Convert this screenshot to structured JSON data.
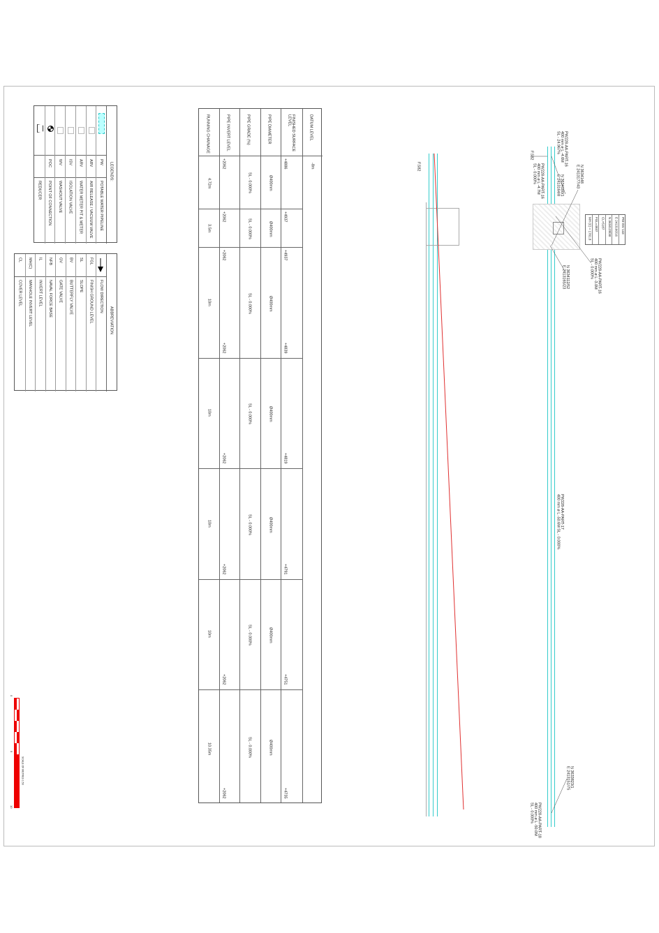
{
  "legend": {
    "title": "LEGENDS:",
    "items": [
      {
        "code": "PW",
        "label": "POTABLE WATER PIPELINE",
        "icon": "pipeline-icon"
      },
      {
        "code": "ARV",
        "label": "AIR RELEASE / VACUUM VALVE",
        "icon": "air-valve-icon"
      },
      {
        "code": "ARV",
        "label": "WATER METER PIT & METER",
        "icon": "meter-pit-icon"
      },
      {
        "code": "ISV",
        "label": "ISOLATION VALVE",
        "icon": "isolation-valve-icon"
      },
      {
        "code": "WV",
        "label": "WASHOUT VALVE",
        "icon": "washout-valve-icon"
      },
      {
        "code": "POC",
        "label": "POINT OF CONNECTION",
        "icon": "connection-point-icon"
      },
      {
        "code": "",
        "label": "REDUCER",
        "icon": "reducer-icon"
      }
    ]
  },
  "abbreviation": {
    "title": "ABBREVIATION",
    "items": [
      {
        "code": "",
        "label": "FLOW DIRECTION"
      },
      {
        "code": "FGL",
        "label": "FINISH GROUND LEVEL"
      },
      {
        "code": "SL",
        "label": "SLOPE"
      },
      {
        "code": "BV",
        "label": "BUTTERFLY VALVE"
      },
      {
        "code": "GV",
        "label": "GATE VALVE"
      },
      {
        "code": "NFB",
        "label": "NAVAL FORCE BASE"
      },
      {
        "code": "IL",
        "label": "INVERT LEVEL"
      },
      {
        "code": "MH(C)",
        "label": "MANHOLE INVERT LEVEL"
      },
      {
        "code": "CL",
        "label": "COVER LEVEL"
      }
    ]
  },
  "profile": {
    "headers": [
      "RUNNING CHAINAGE",
      "PIPE INVERT LEVEL",
      "PIPE GRADE (%)",
      "PIPE DIAMETER",
      "FINISHED SURFACE LEVEL",
      "DATUM LEVEL"
    ],
    "segments": [
      {
        "chainage": "4.72m",
        "invert_start": "+2062",
        "invert_end": "",
        "grade": "SL - 0.000%",
        "diameter": "Ø400mm",
        "fsl_start": "+4886",
        "fsl_end": "",
        "datum": "-8m"
      },
      {
        "chainage": "3.5m",
        "invert_start": "+2062",
        "invert_end": "",
        "grade": "SL - 0.000%",
        "diameter": "Ø400mm",
        "fsl_start": "+4937",
        "fsl_end": "",
        "datum": ""
      },
      {
        "chainage": "10m",
        "invert_start": "+2062",
        "invert_end": "+2062",
        "grade": "SL - 0.000%",
        "diameter": "Ø400mm",
        "fsl_start": "+4937",
        "fsl_end": "+4839",
        "datum": ""
      },
      {
        "chainage": "10m",
        "invert_start": "",
        "invert_end": "+2062",
        "grade": "SL - 0.000%",
        "diameter": "Ø400mm",
        "fsl_start": "",
        "fsl_end": "+4819",
        "datum": ""
      },
      {
        "chainage": "10m",
        "invert_start": "",
        "invert_end": "+2062",
        "grade": "SL - 0.000%",
        "diameter": "Ø400mm",
        "fsl_start": "",
        "fsl_end": "+4791",
        "datum": ""
      },
      {
        "chainage": "10m",
        "invert_start": "",
        "invert_end": "+2062",
        "grade": "SL - 0.000%",
        "diameter": "Ø400mm",
        "fsl_start": "",
        "fsl_end": "+4751",
        "datum": ""
      },
      {
        "chainage": "10.35m",
        "invert_start": "",
        "invert_end": "+2062",
        "grade": "SL - 0.000%",
        "diameter": "Ø400mm",
        "fsl_start": "",
        "fsl_end": "+4735",
        "datum": ""
      }
    ],
    "point_label": "F.582"
  },
  "plan": {
    "f_label": "F.582",
    "pipe16a": [
      "PW228-AA-PART-16",
      "400 mm ø L -4.6M",
      "SL - 24.967%"
    ],
    "pipe16b": [
      "PW228-AA-PART-16",
      "400 mm ø L -4.7M",
      "SL - 0.000%"
    ],
    "coord1": [
      "N 3634148",
      "E 2413177/43"
    ],
    "coord2": [
      "N 3634180/1",
      "E 2413164/8"
    ],
    "coord3": [
      "N 3634112/52",
      "E 2413165/23"
    ],
    "pipe_mh": [
      "PW228-AA-PART-16",
      "400 mm ø L -3.0M",
      "SL - 0.000%"
    ],
    "pipe17": [
      "PW228-AA-PART-17",
      "400 mm ø L -50.6M  SL - 0.000%"
    ],
    "coord4": [
      "N 3633823/1",
      "E 2413151/75"
    ],
    "pipe18": [
      "PW228-AA-PART-18",
      "400 mm ø L -50.0M",
      "SL - 0.000%"
    ],
    "manhole_info": [
      "PW-ISV 143",
      "E 2413166/16",
      "N 3634128/30",
      "CL=5187",
      "FGL=4937",
      "MH (C) = 1761.8"
    ]
  },
  "scale_bar": {
    "start": "0",
    "mid": "5",
    "end": "10",
    "caption": "SCALE OF METRES 1:50"
  },
  "colors": {
    "pipe": "#33cccc",
    "ground": "#e03030",
    "scale": "#e00000"
  }
}
